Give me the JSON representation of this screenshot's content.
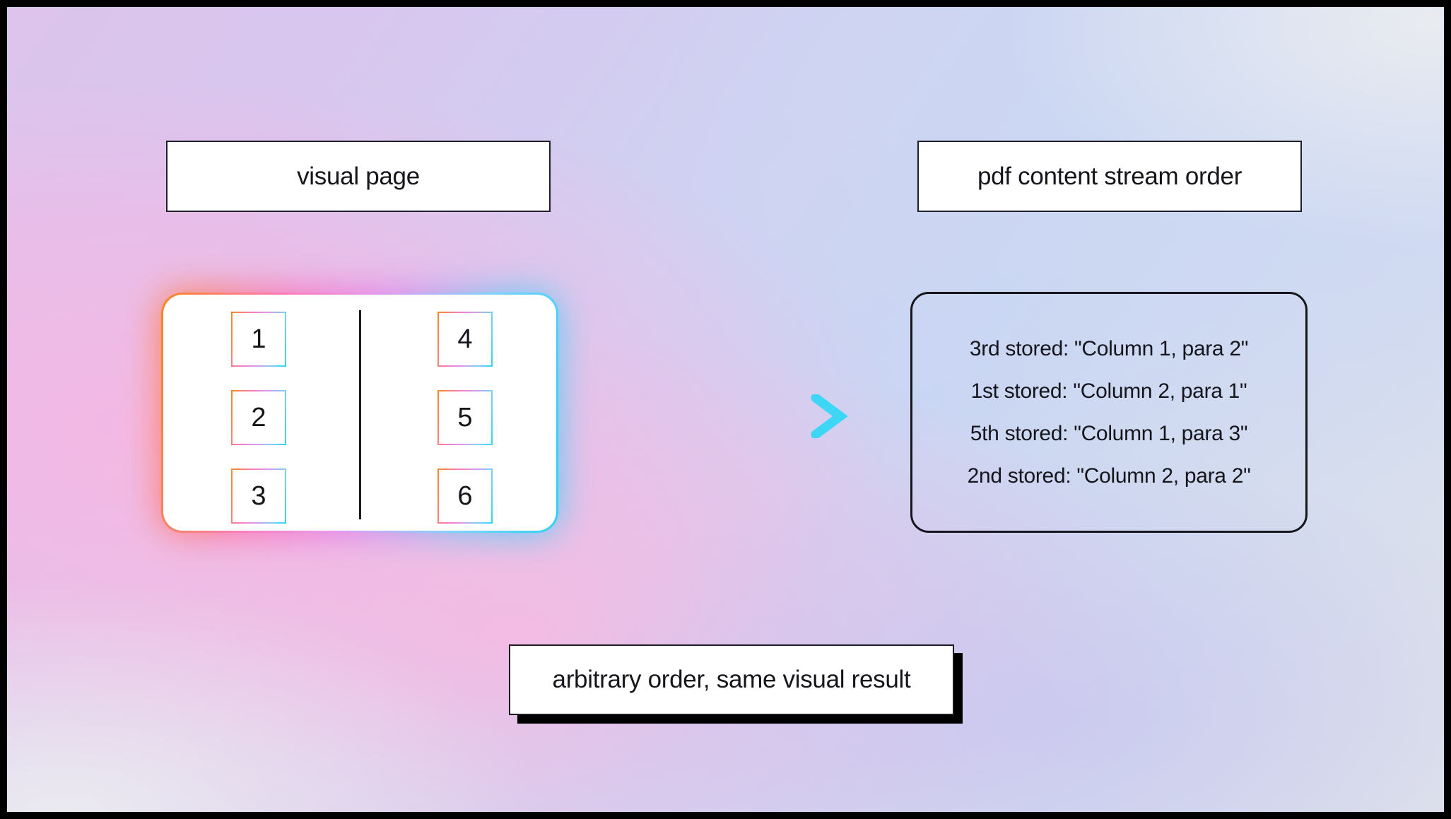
{
  "labels": {
    "visual_page": "visual page",
    "pdf_order": "pdf content stream order",
    "caption": "arbitrary order, same visual result"
  },
  "page_card": {
    "left_column": [
      "1",
      "2",
      "3"
    ],
    "right_column": [
      "4",
      "5",
      "6"
    ]
  },
  "stream_panel": {
    "lines": [
      "3rd stored: \"Column 1, para 2\"",
      "1st stored: \"Column 2, para 1\"",
      "5th stored: \"Column 1, para 3\"",
      "2nd stored: \"Column 2, para 2\""
    ]
  },
  "colors": {
    "gradient_orange": "#f8891f",
    "gradient_pink": "#fb7bbd",
    "gradient_cyan": "#2ed2f7",
    "border_dark": "#16161d",
    "box_fill": "#ffffff",
    "canvas_border": "#000000"
  },
  "icons": {
    "arrow": "right-arrow-icon"
  }
}
